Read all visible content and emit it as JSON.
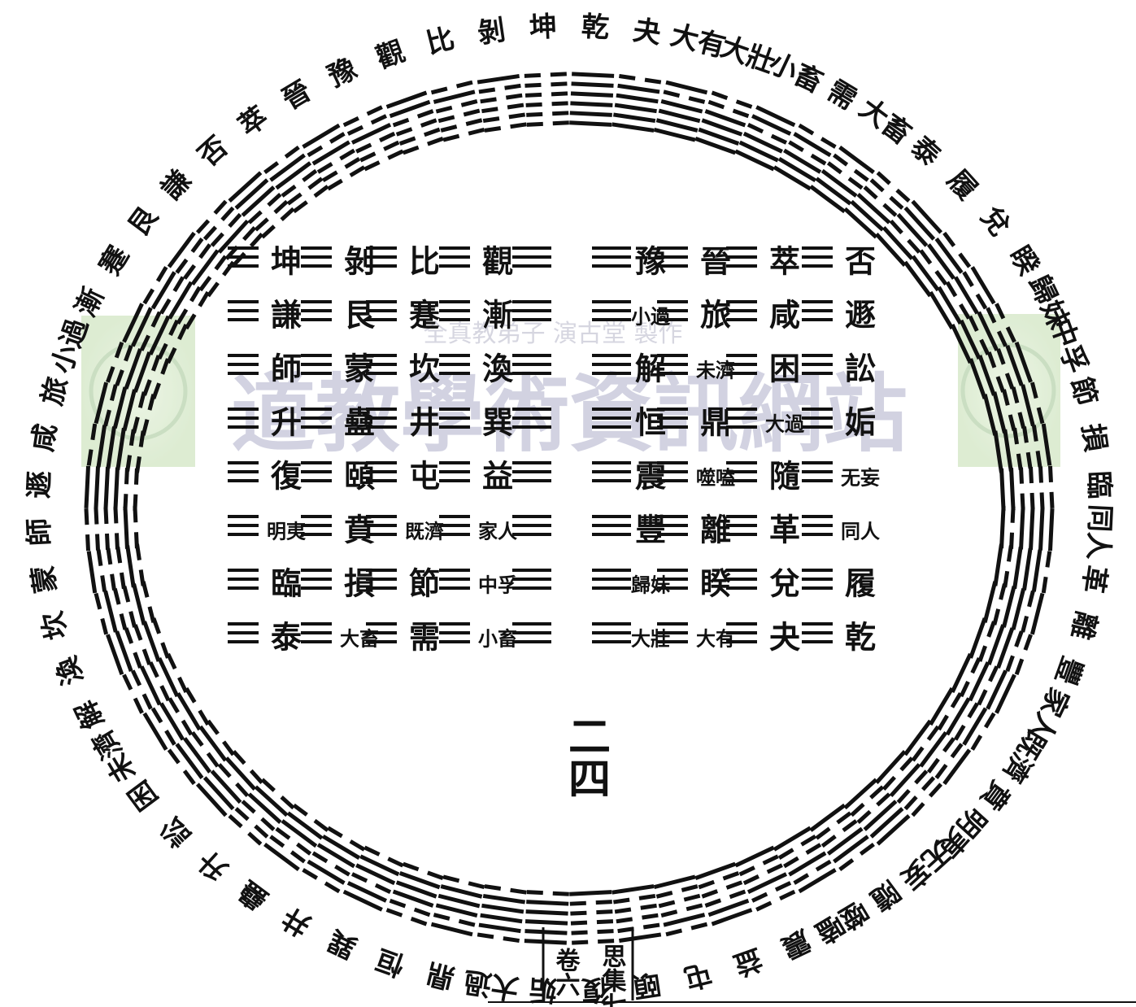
{
  "outer_ring": {
    "names_clockwise_from_top": [
      "乾",
      "夬",
      "大有",
      "大壯",
      "小畜",
      "需",
      "大畜",
      "泰",
      "履",
      "兌",
      "睽",
      "歸妹",
      "中孚",
      "節",
      "損",
      "臨",
      "同人",
      "革",
      "離",
      "豐",
      "家人",
      "既濟",
      "賁",
      "明夷",
      "无妄",
      "隨",
      "噬嗑",
      "震",
      "益",
      "屯",
      "頤",
      "復",
      "姤",
      "大過",
      "鼎",
      "恒",
      "巽",
      "井",
      "蠱",
      "升",
      "訟",
      "困",
      "未濟",
      "解",
      "渙",
      "坎",
      "蒙",
      "師",
      "遯",
      "咸",
      "旅",
      "小過",
      "漸",
      "蹇",
      "艮",
      "謙",
      "否",
      "萃",
      "晉",
      "豫",
      "觀",
      "比",
      "剝",
      "坤"
    ]
  },
  "inner_grid": {
    "right_block": {
      "columns": [
        {
          "names": [
            "否",
            "遯",
            "訟",
            "姤",
            "无妄",
            "同人",
            "履",
            "乾"
          ]
        },
        {
          "names": [
            "萃",
            "咸",
            "困",
            "大過",
            "隨",
            "革",
            "兌",
            "夬"
          ]
        },
        {
          "names": [
            "晉",
            "旅",
            "未濟",
            "鼎",
            "噬嗑",
            "離",
            "睽",
            "大有"
          ]
        },
        {
          "names": [
            "豫",
            "小過",
            "解",
            "恒",
            "震",
            "豐",
            "歸妹",
            "大壯"
          ]
        }
      ]
    },
    "left_block": {
      "columns": [
        {
          "names": [
            "觀",
            "漸",
            "渙",
            "巽",
            "益",
            "家人",
            "中孚",
            "小畜"
          ]
        },
        {
          "names": [
            "比",
            "蹇",
            "坎",
            "井",
            "屯",
            "既濟",
            "節",
            "需"
          ]
        },
        {
          "names": [
            "剝",
            "艮",
            "蒙",
            "蠱",
            "頤",
            "賁",
            "損",
            "大畜"
          ]
        },
        {
          "names": [
            "坤",
            "謙",
            "師",
            "升",
            "復",
            "明夷",
            "臨",
            "泰"
          ]
        }
      ]
    }
  },
  "page_number": "二四",
  "footer": {
    "left": "卷六",
    "right": "思集七"
  },
  "watermark": {
    "main": "道教學術資訊網站",
    "sub": "全真教弟子 演古堂 製作"
  }
}
